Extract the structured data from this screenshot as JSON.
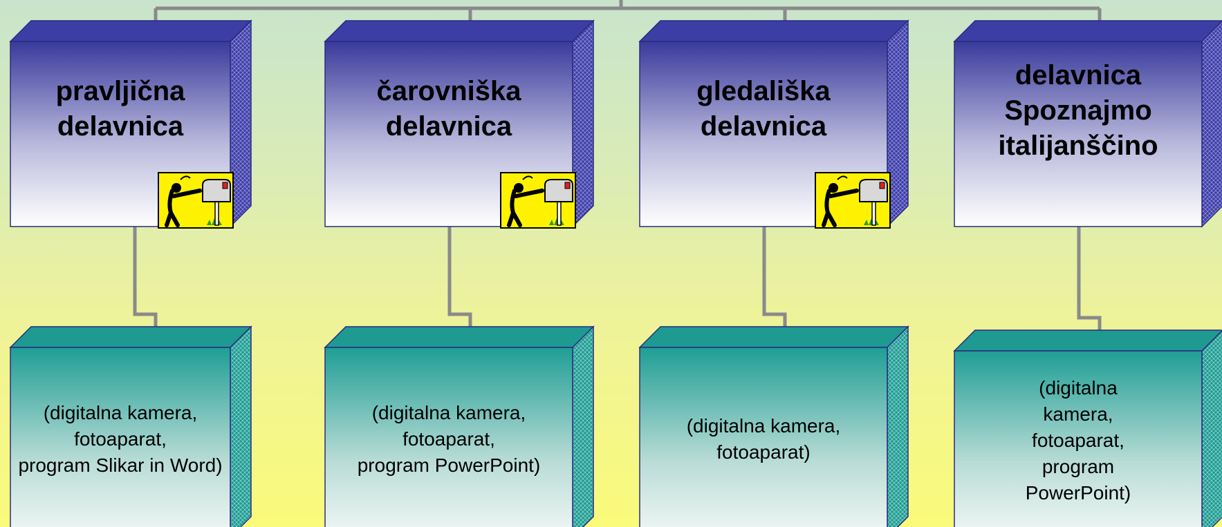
{
  "colors": {
    "connector": "#8a8a8a",
    "top_box_dark": "#3a3a9c",
    "top_box_light": "#ffffff",
    "bottom_box_dark": "#1f9e95",
    "bottom_box_light": "#f2f8f6",
    "mailbox_bg": "#fff200"
  },
  "workshops": [
    {
      "title": "pravljična\ndelavnica",
      "tools": "(digitalna kamera,\nfotoaparat,\nprogram Slikar in Word)",
      "has_mailbox_icon": true,
      "icon": "mailbox-icon"
    },
    {
      "title": "čarovniška\ndelavnica",
      "tools": "(digitalna kamera,\nfotoaparat,\nprogram PowerPoint)",
      "has_mailbox_icon": true,
      "icon": "mailbox-icon"
    },
    {
      "title": "gledališka\ndelavnica",
      "tools": "(digitalna kamera,\nfotoaparat)",
      "has_mailbox_icon": true,
      "icon": "mailbox-icon"
    },
    {
      "title": "delavnica\nSpoznajmo\nitalijanščino",
      "tools": "(digitalna\nkamera,\nfotoaparat,\nprogram\nPowerPoint)",
      "has_mailbox_icon": false
    }
  ]
}
